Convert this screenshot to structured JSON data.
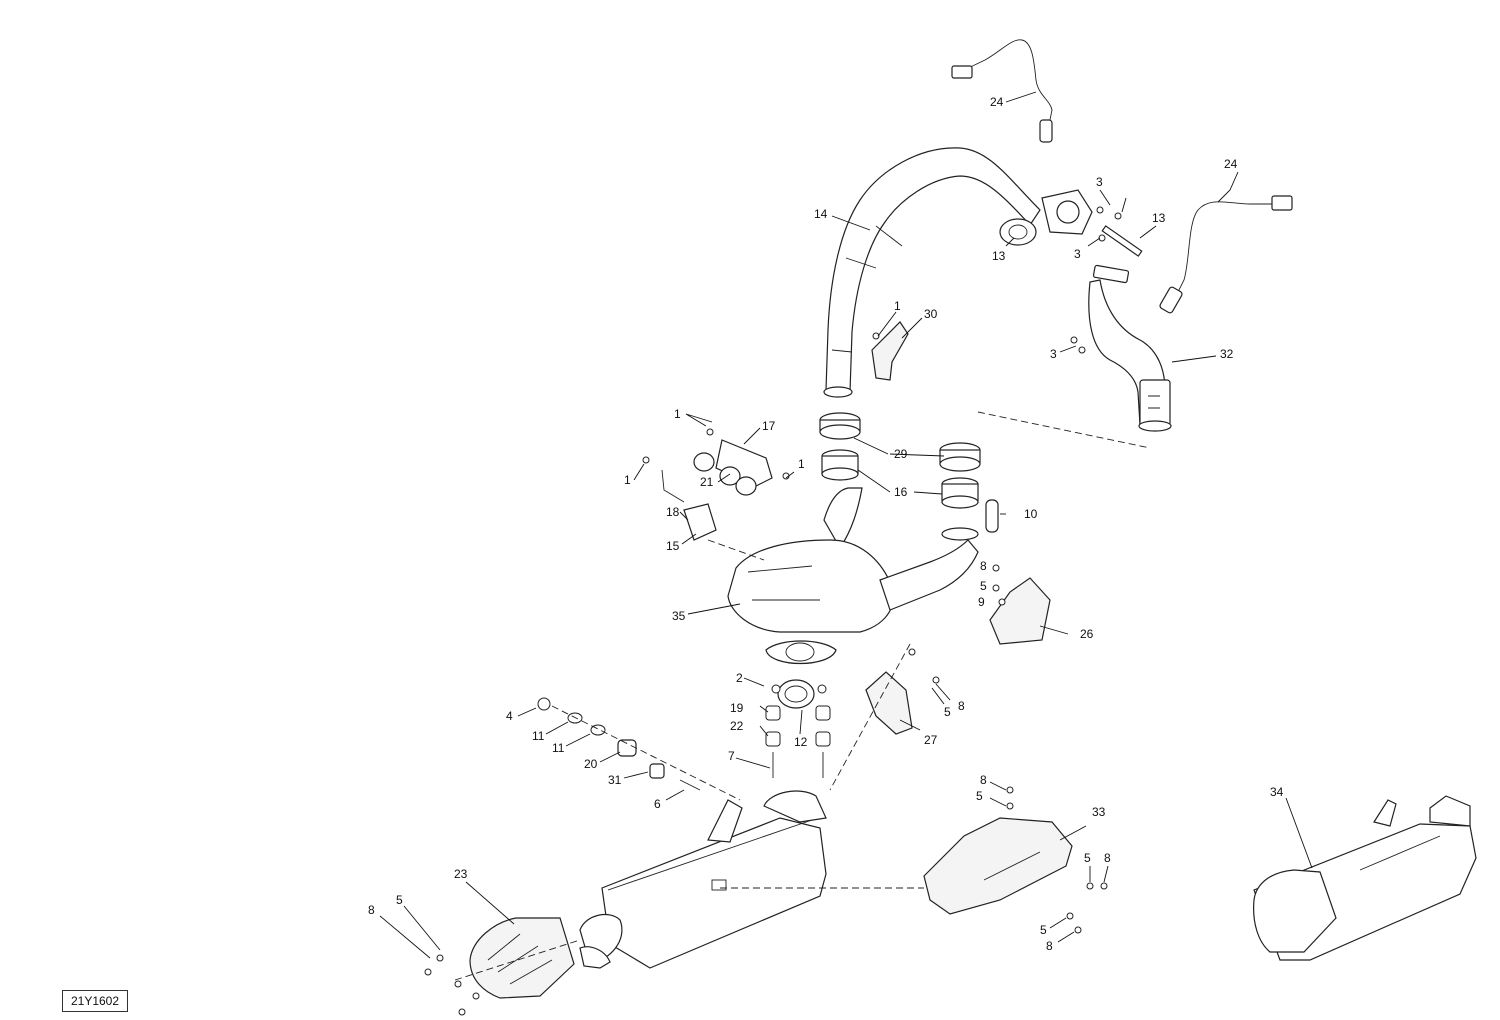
{
  "diagram": {
    "reference_code": "21Y1602",
    "callouts": {
      "c24a": "24",
      "c24b": "24",
      "c3a": "3",
      "c3b": "3",
      "c3c": "3",
      "c13a": "13",
      "c13b": "13",
      "c14": "14",
      "c1a": "1",
      "c30": "30",
      "c32": "32",
      "c1b": "1",
      "c17": "17",
      "c1c": "1",
      "c1d": "1",
      "c21": "21",
      "c29": "29",
      "c16": "16",
      "c18": "18",
      "c10": "10",
      "c15": "15",
      "c8a": "8",
      "c5a": "5",
      "c9": "9",
      "c35": "35",
      "c26": "26",
      "c2": "2",
      "c19": "19",
      "c22": "22",
      "c12": "12",
      "c7": "7",
      "c5b": "5",
      "c8b": "8",
      "c27": "27",
      "c4": "4",
      "c11a": "11",
      "c11b": "11",
      "c20": "20",
      "c31": "31",
      "c6": "6",
      "c8c": "8",
      "c5c": "5",
      "c33": "33",
      "c5d": "5",
      "c8d": "8",
      "c5e": "5",
      "c8e": "8",
      "c34": "34",
      "c23": "23",
      "c8f": "8",
      "c5f": "5"
    }
  }
}
